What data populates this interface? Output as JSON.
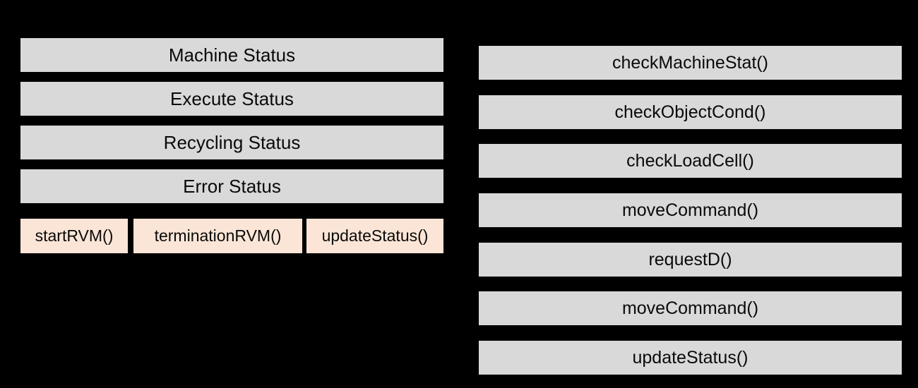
{
  "colors": {
    "background": "#000000",
    "status_bar_fill": "#d9d9d9",
    "method_box_fill": "#fbe5d6",
    "text": "#0a0a0a"
  },
  "left_panel": {
    "status_bars": [
      {
        "label": "Machine Status"
      },
      {
        "label": "Execute Status"
      },
      {
        "label": "Recycling Status"
      },
      {
        "label": "Error Status"
      }
    ],
    "method_boxes": [
      {
        "label": "startRVM()"
      },
      {
        "label": "terminationRVM()"
      },
      {
        "label": "updateStatus()"
      }
    ]
  },
  "right_panel": {
    "method_bars": [
      {
        "label": "checkMachineStat()"
      },
      {
        "label": "checkObjectCond()"
      },
      {
        "label": "checkLoadCell()"
      },
      {
        "label": "moveCommand()"
      },
      {
        "label": "requestD()"
      },
      {
        "label": "moveCommand()"
      },
      {
        "label": "updateStatus()"
      }
    ]
  }
}
